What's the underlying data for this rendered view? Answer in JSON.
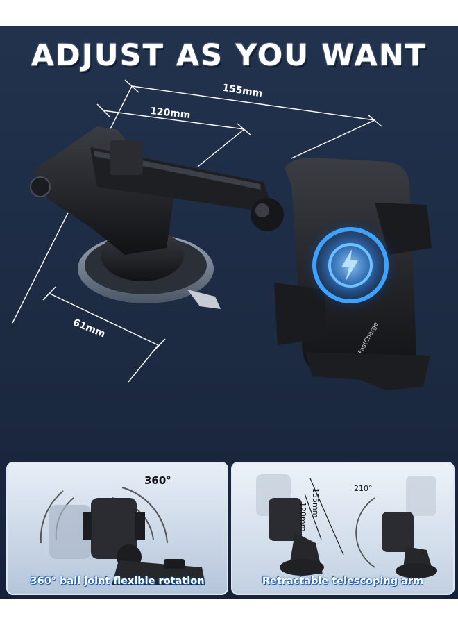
{
  "headline": "ADJUST AS YOU WANT",
  "dimensions": {
    "arm_long": "155mm",
    "arm_short": "120mm",
    "base": "61mm"
  },
  "product_brand_text": "FastCharge",
  "panels": {
    "left": {
      "angle_label": "360°",
      "caption": "360° ball joint flexible rotation"
    },
    "right": {
      "angle_label": "210°",
      "length_long": "155mm",
      "length_short": "120mm",
      "caption": "Retractable telescoping arm"
    }
  },
  "colors": {
    "background_top": "#22324d",
    "background_bottom": "#16223a",
    "charging_ring": "#3da2ff",
    "caption_outline": "#1d5fb4"
  }
}
